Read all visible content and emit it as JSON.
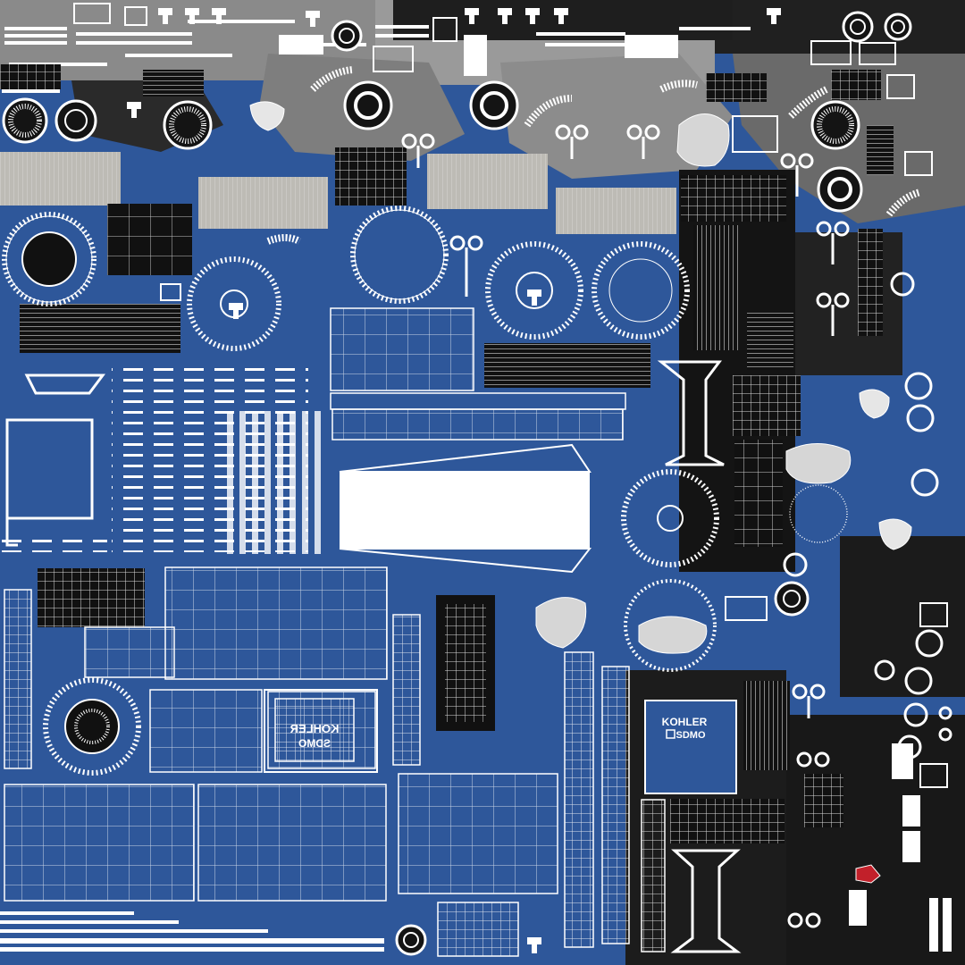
{
  "texture": {
    "logos": [
      {
        "brand": "KOHLER",
        "sub": "SDMO",
        "variant": "mirrored"
      },
      {
        "brand": "KOHLER",
        "sub": "SDMO",
        "variant": "normal"
      }
    ]
  },
  "colors": {
    "base": "#2e579a",
    "dark": "#151515",
    "gray": "#7d7d7d",
    "light_gray": "#bdbbb5",
    "wire": "#ffffff",
    "accent_red": "#c2202a"
  }
}
